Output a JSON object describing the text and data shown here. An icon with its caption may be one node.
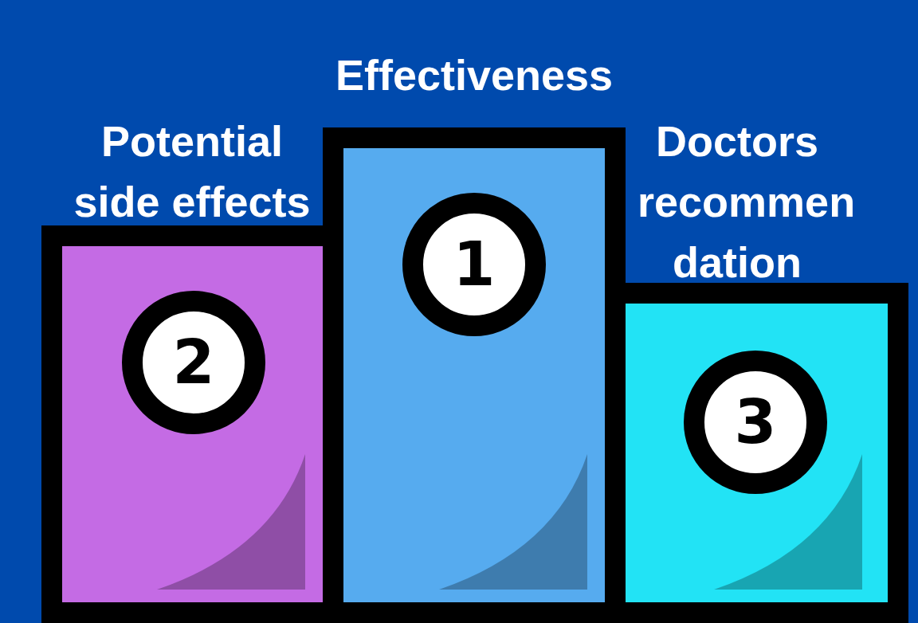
{
  "diagram": {
    "nodes": [
      {
        "text": [
          "Potential side effects"
        ]
      },
      {
        "text": [
          "2"
        ],
        "in": 0
      },
      {
        "text": [
          "Effectiveness"
        ]
      },
      {
        "text": [
          "1"
        ],
        "in": 2
      },
      {
        "text": [
          "Doctors recommen dation"
        ]
      },
      {
        "text": [
          "3"
        ],
        "in": 4
      }
    ]
  }
}
